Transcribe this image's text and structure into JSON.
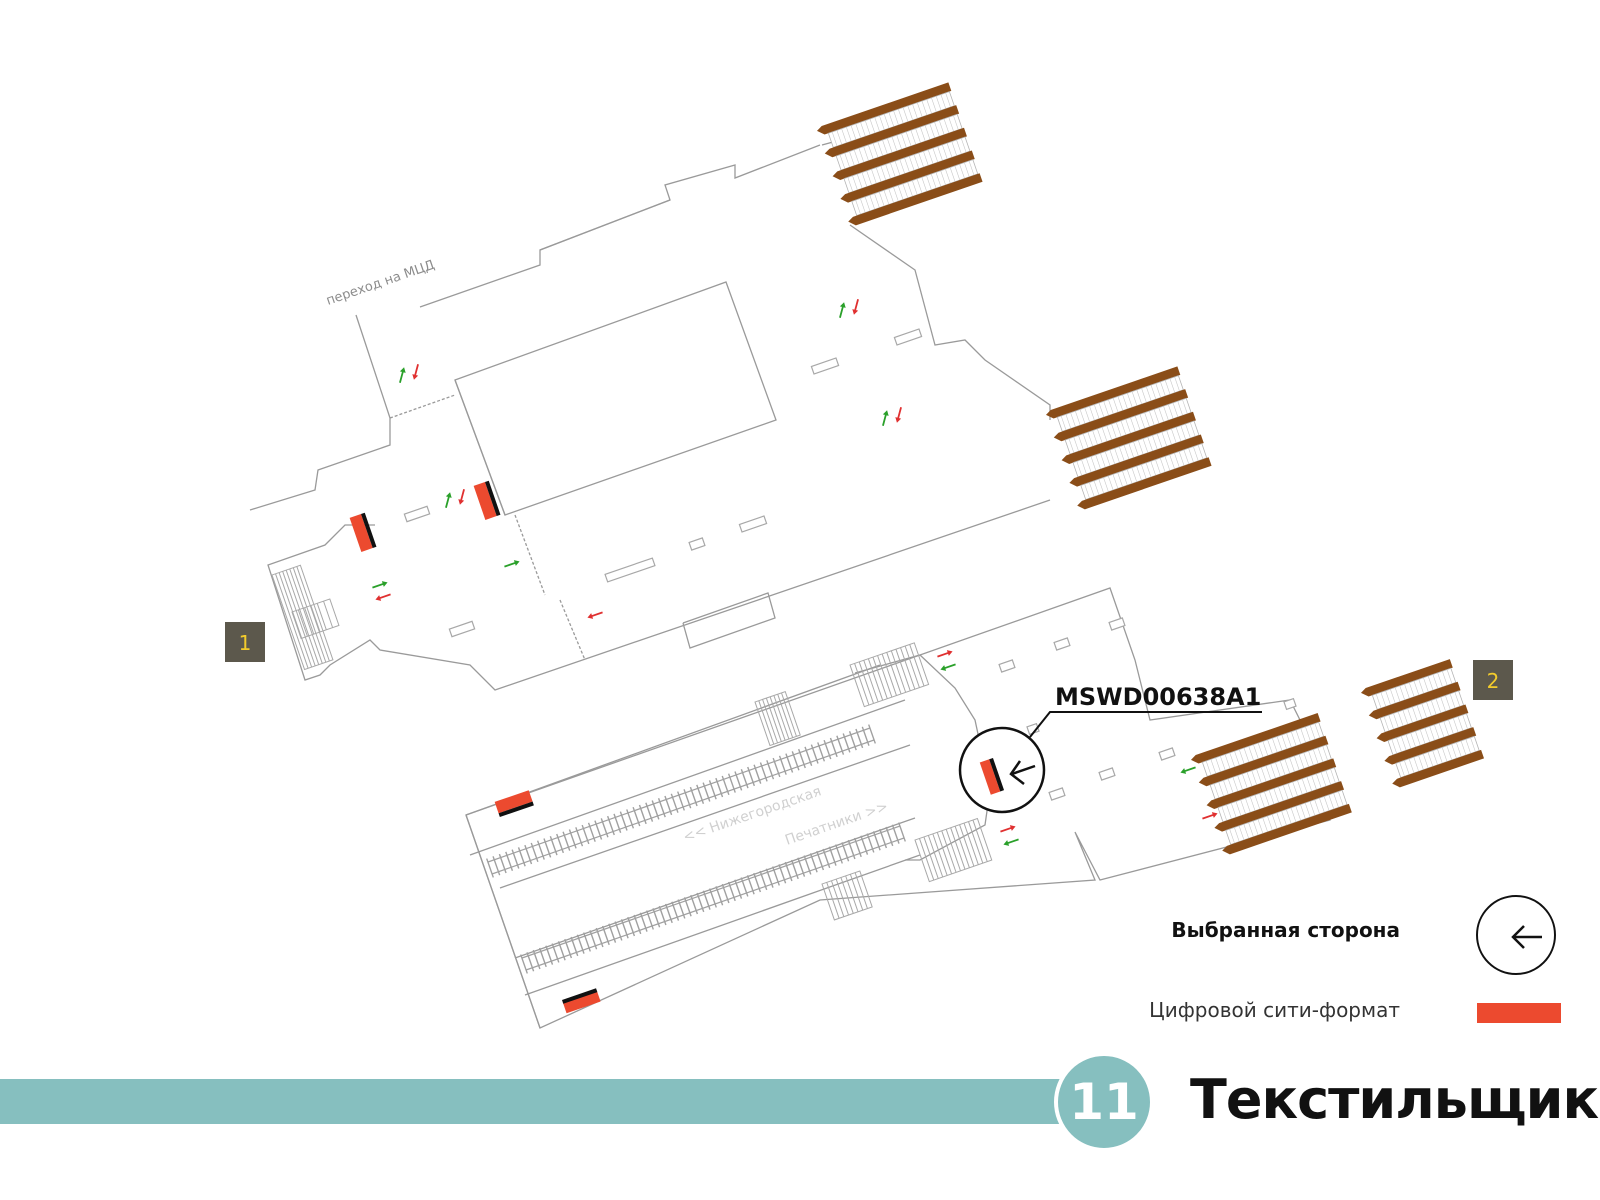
{
  "map": {
    "transfer_label": "переход на МЦД",
    "direction_left": "<< Нижегородская",
    "direction_right": "Печатники >>",
    "exits": [
      {
        "label": "1"
      },
      {
        "label": "2"
      }
    ],
    "selected_panel_code": "MSWD00638A1"
  },
  "legend": {
    "selected_side_label": "Выбранная сторона",
    "digital_format_label": "Цифровой сити-формат"
  },
  "footer": {
    "line_number": "11",
    "station_name": "Текстильщики"
  },
  "colors": {
    "panel": "#ec4a2f",
    "escalator": "#8a4d18",
    "line_color": "#86bfbf",
    "exit_label": "#f2cb2c",
    "arrow_green": "#2aa02a",
    "arrow_red": "#e03030"
  }
}
